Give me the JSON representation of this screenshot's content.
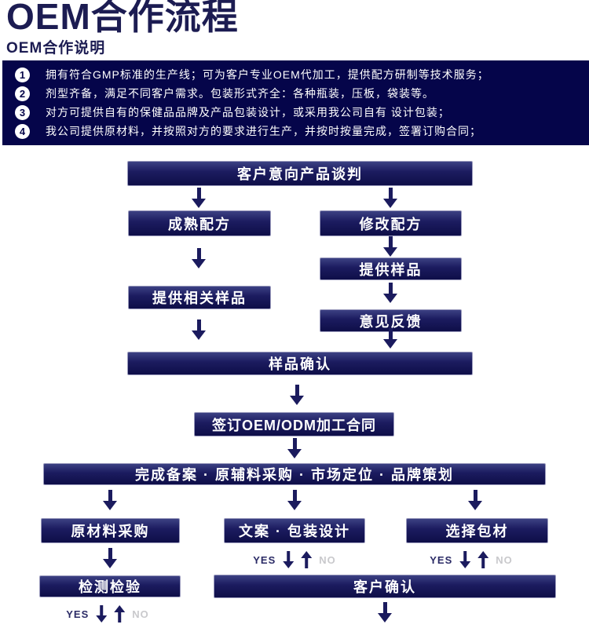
{
  "page": {
    "title": "OEM合作流程",
    "subtitle": "OEM合作说明"
  },
  "notes": {
    "items": [
      {
        "num": "1",
        "text": "拥有符合GMP标准的生产线；可为客户专业OEM代加工，提供配方研制等技术服务；"
      },
      {
        "num": "2",
        "text": "剂型齐备，满足不同客户需求。包装形式齐全：各种瓶装，压板，袋装等。"
      },
      {
        "num": "3",
        "text": "对方可提供自有的保健品品牌及产品包装设计，或采用我公司自有 设计包装；"
      },
      {
        "num": "4",
        "text": "我公司提供原材料，并按照对方的要求进行生产，并按时按量完成，签署订购合同；"
      }
    ]
  },
  "flow": {
    "yes_label": "YES",
    "no_label": "NO",
    "nodes": [
      {
        "id": "customer-intent-negotiation",
        "label": "客户意向产品谈判"
      },
      {
        "id": "mature-formula",
        "label": "成熟配方"
      },
      {
        "id": "modify-formula",
        "label": "修改配方"
      },
      {
        "id": "provide-sample",
        "label": "提供样品"
      },
      {
        "id": "provide-related-samples",
        "label": "提供相关样品"
      },
      {
        "id": "feedback",
        "label": "意见反馈"
      },
      {
        "id": "sample-confirmation",
        "label": "样品确认"
      },
      {
        "id": "sign-oem-odm-contract",
        "label": "签订OEM/ODM加工合同"
      },
      {
        "id": "filing-procurement-positioning-branding",
        "label": "完成备案 · 原辅料采购 · 市场定位 · 品牌策划"
      },
      {
        "id": "raw-material-purchase",
        "label": "原材料采购"
      },
      {
        "id": "copywriting-package-design",
        "label": "文案 · 包装设计"
      },
      {
        "id": "select-packaging-material",
        "label": "选择包材"
      },
      {
        "id": "inspection-testing",
        "label": "检测检验"
      },
      {
        "id": "customer-confirmation",
        "label": "客户确认"
      }
    ]
  },
  "colors": {
    "banner_bg": "#05054a",
    "box_top": "#3c4183",
    "box_mid": "#1c1c60",
    "box_bottom": "#0e0e48",
    "arrow": "#1b1b5e",
    "yes": "#2b2b66",
    "no": "#c9c9cc",
    "title": "#1c1c52"
  }
}
